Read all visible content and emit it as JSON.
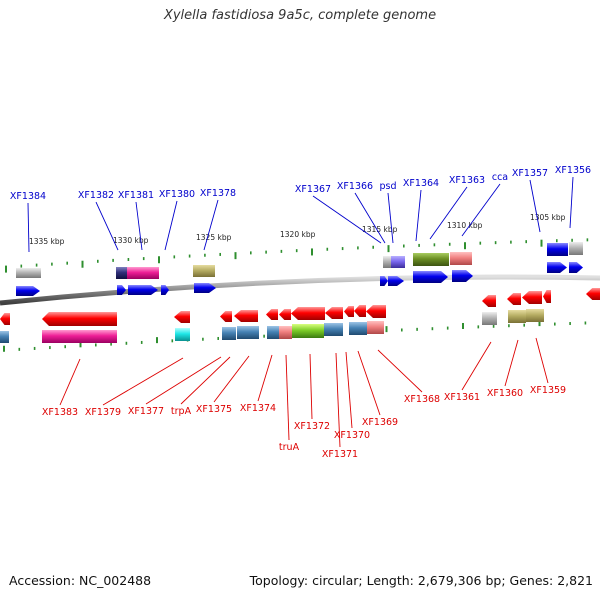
{
  "title": "Xylella fastidiosa 9a5c, complete genome",
  "footer": {
    "accession": "Accession: NC_002488",
    "topology": "Topology: circular; Length: 2,679,306 bp; Genes: 2,821"
  },
  "scale_labels": [
    "1335 kbp",
    "1330 kbp",
    "1325 kbp",
    "1320 kbp",
    "1315 kbp",
    "1310 kbp",
    "1305 kbp"
  ],
  "colors": {
    "forward_label": "#0000cc",
    "reverse_label": "#dd0000",
    "forward_gene": "#0000ee",
    "reverse_gene": "#ee0000",
    "magenta": "#ee1e96",
    "olive": "#6b8e23",
    "khaki": "#b6ad63",
    "steelblue": "#4682b4",
    "salmon": "#f08080",
    "grey": "#b4b4b4",
    "cyan": "#1ee6e6",
    "tick": "#2f8f2f"
  },
  "forward_labels": [
    "XF1384",
    "XF1382",
    "XF1381",
    "XF1380",
    "XF1378",
    "XF1367",
    "XF1366",
    "psd",
    "XF1364",
    "XF1363",
    "cca",
    "XF1357",
    "XF1356"
  ],
  "reverse_labels": [
    "XF1383",
    "XF1379",
    "XF1377",
    "trpA",
    "XF1375",
    "XF1374",
    "truA",
    "XF1372",
    "XF1371",
    "XF1370",
    "XF1369",
    "XF1368",
    "XF1361",
    "XF1360",
    "XF1359"
  ]
}
